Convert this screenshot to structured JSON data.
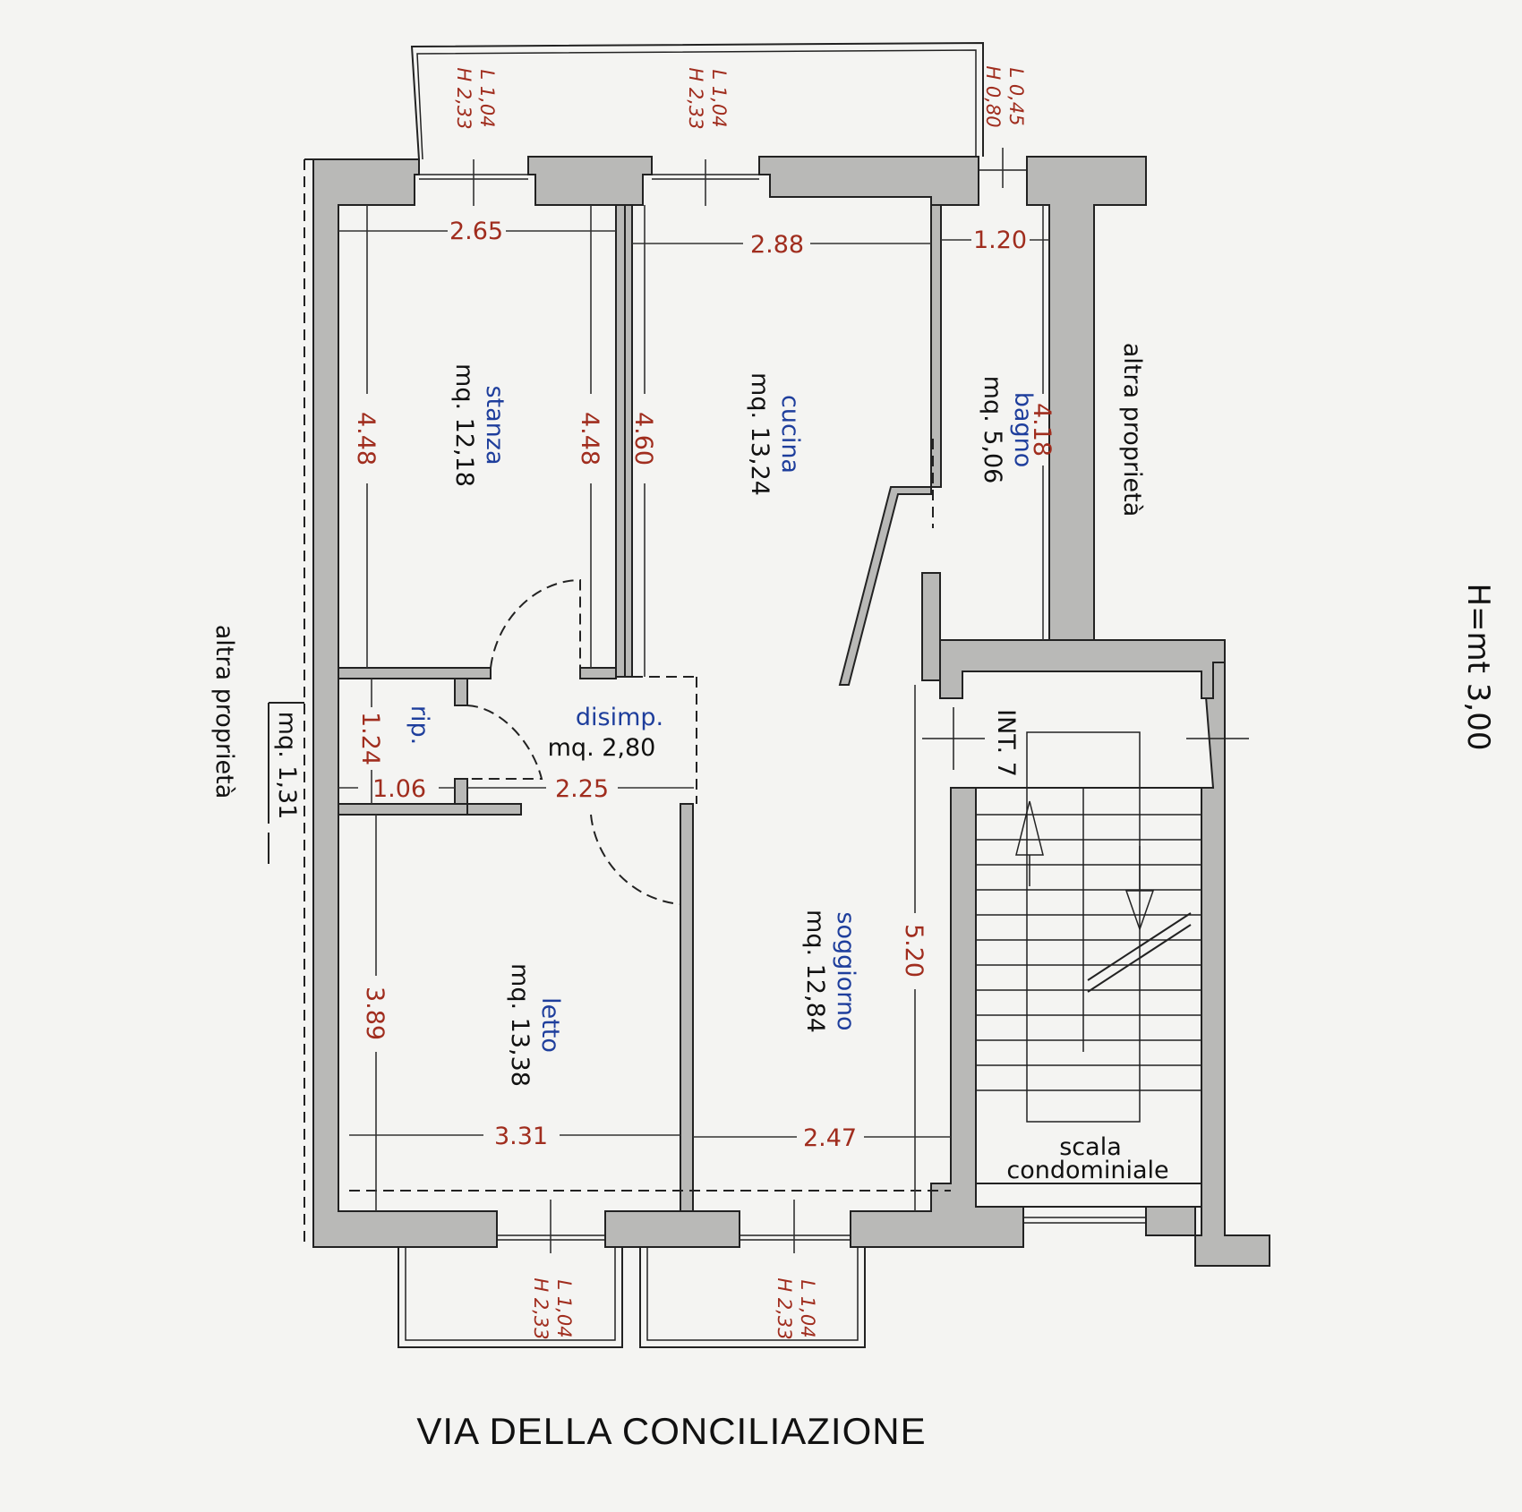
{
  "rooms": {
    "stanza": {
      "name": "stanza",
      "area": "mq. 12,18"
    },
    "cucina": {
      "name": "cucina",
      "area": "mq. 13,24"
    },
    "bagno": {
      "name": "bagno",
      "area": "mq. 5,06"
    },
    "disimp": {
      "name": "disimp.",
      "area": "mq. 2,80"
    },
    "rip": {
      "name": "rip.",
      "area": "mq. 1,31"
    },
    "letto": {
      "name": "letto",
      "area": "mq. 13,38"
    },
    "soggiorno": {
      "name": "soggiorno",
      "area": "mq. 12,84"
    },
    "scala": {
      "line1": "scala",
      "line2": "condominiale"
    }
  },
  "dimensions": {
    "stanza_w": "2.65",
    "cucina_w": "2.88",
    "bagno_w": "1.20",
    "stanza_h_left": "4.48",
    "stanza_h_right": "4.48",
    "cucina_h": "4.60",
    "bagno_h": "4.18",
    "rip_h": "1.24",
    "rip_w": "1.06",
    "disimp_w": "2.25",
    "letto_h": "3.89",
    "letto_w": "3.31",
    "soggiorno_w": "2.47",
    "soggiorno_h": "5.20"
  },
  "windows": {
    "top1": {
      "l": "L 1,04",
      "h": "H 2,33"
    },
    "top2": {
      "l": "L 1,04",
      "h": "H 2,33"
    },
    "top3": {
      "l": "L 0,45",
      "h": "H 0,80"
    },
    "bottom1": {
      "l": "L 1,04",
      "h": "H 2,33"
    },
    "bottom2": {
      "l": "L 1,04",
      "h": "H 2,33"
    }
  },
  "labels": {
    "altra_right": "altra proprietà",
    "altra_left": "altra proprietà",
    "int": "INT. 7",
    "height": "H=mt 3,00",
    "street": "VIA DELLA CONCILIAZIONE"
  },
  "colors": {
    "dimension": "#a02d1e",
    "room_name": "#1e3e9c",
    "wall_fill": "#b9b9b7"
  }
}
